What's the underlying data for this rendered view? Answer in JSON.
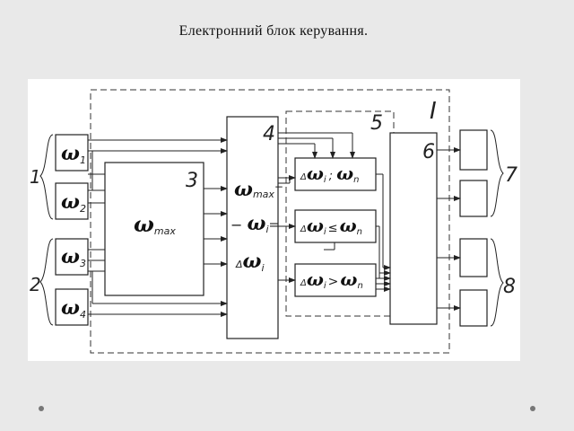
{
  "slide": {
    "title": "Електронний блок керування."
  },
  "diagram": {
    "labels": {
      "one": "1",
      "two": "2",
      "three": "3",
      "four": "4",
      "five": "5",
      "six": "6",
      "seven": "7",
      "eight": "8",
      "roman_one": "I"
    },
    "sensors": [
      {
        "symbol": "ω",
        "sub": "1"
      },
      {
        "symbol": "ω",
        "sub": "2"
      },
      {
        "symbol": "ω",
        "sub": "3"
      },
      {
        "symbol": "ω",
        "sub": "4"
      }
    ],
    "block3": {
      "symbol": "ω",
      "sub": "max"
    },
    "block4": {
      "line1_symbol": "ω",
      "line1_sub": "max",
      "line1_op": "−",
      "line2_prefix": "− ",
      "line2_symbol": "ω",
      "line2_sub": "i",
      "line2_op": "=",
      "line3_delta": "Δ",
      "line3_symbol": "ω",
      "line3_sub": "i"
    },
    "compare": [
      {
        "delta": "Δ",
        "symbol": "ω",
        "sub": "i",
        "op": ";",
        "symbol2": "ω",
        "sub2": "n"
      },
      {
        "delta": "Δ",
        "symbol": "ω",
        "sub": "i",
        "op": "≤",
        "symbol2": "ω",
        "sub2": "n"
      },
      {
        "delta": "Δ",
        "symbol": "ω",
        "sub": "i",
        "op": ">",
        "symbol2": "ω",
        "sub2": "n"
      }
    ]
  }
}
